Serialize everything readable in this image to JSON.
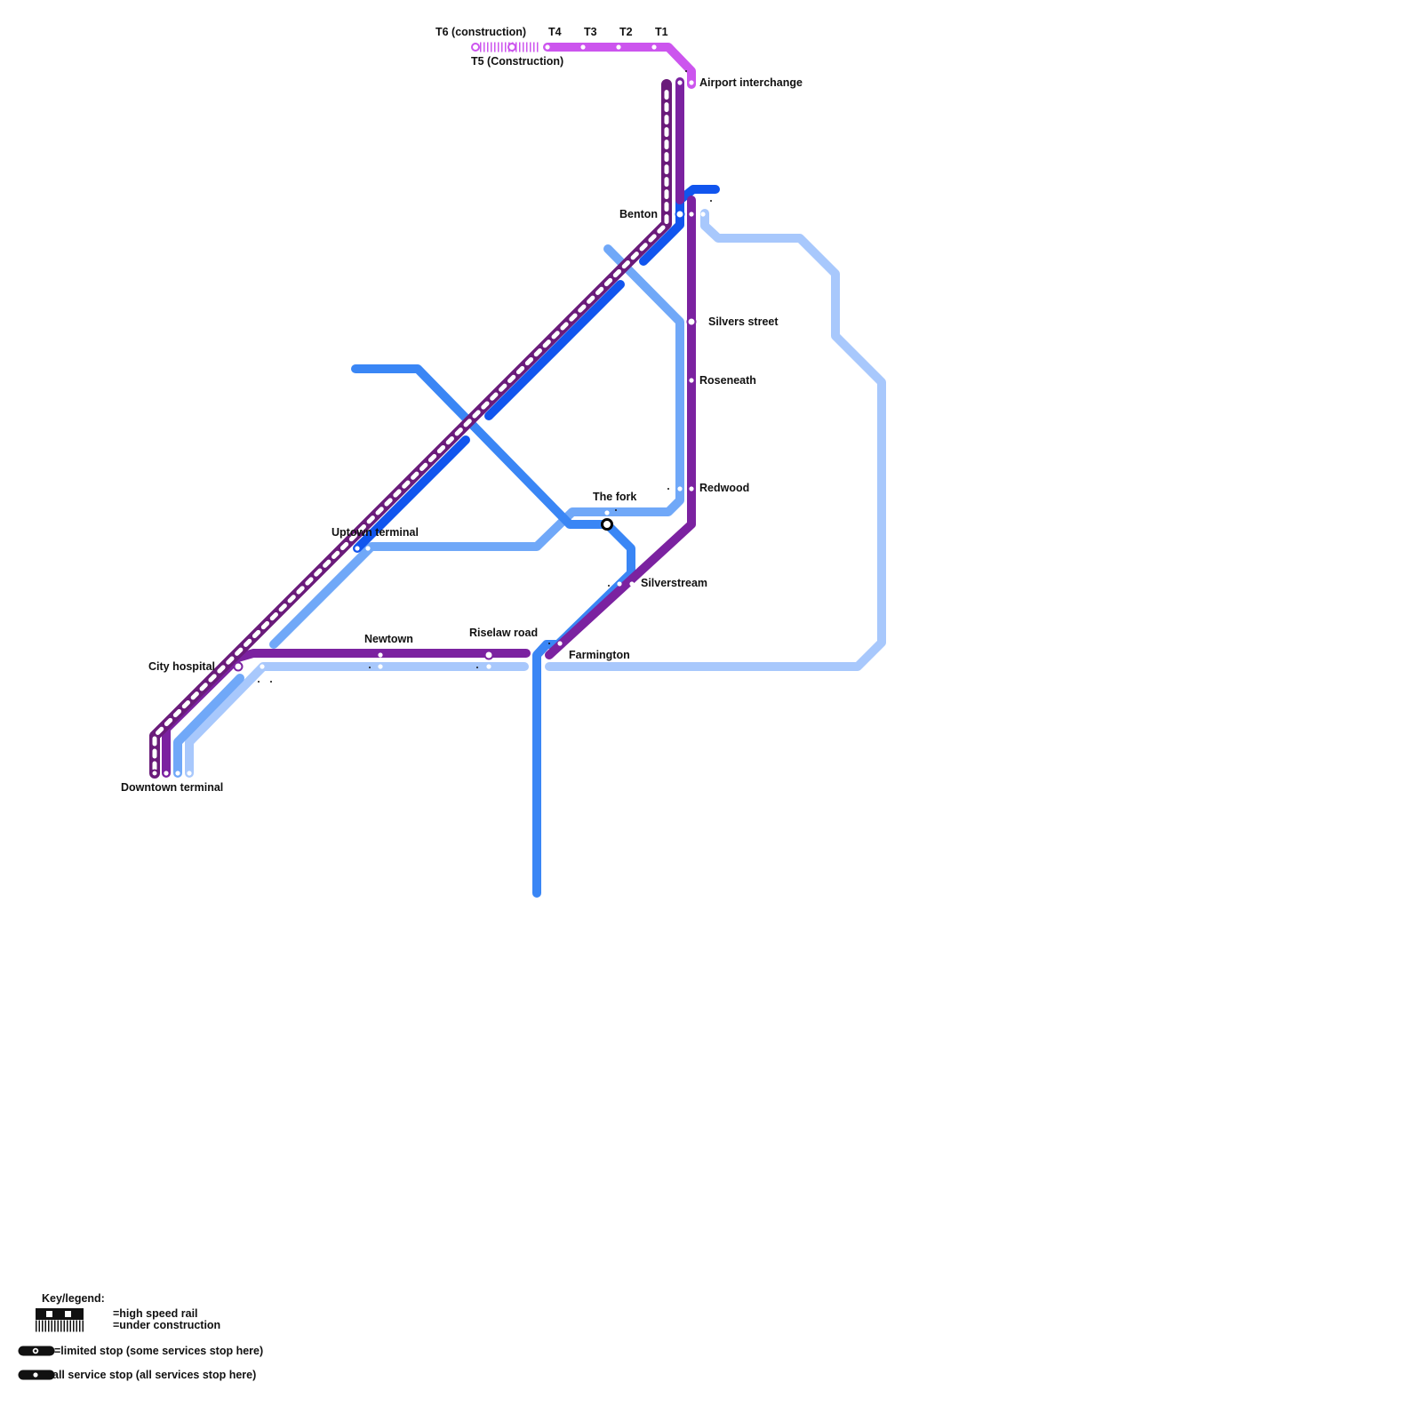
{
  "colors": {
    "hsr": "#6a1b7a",
    "purple": "#7b22a0",
    "airport": "#cc55ee",
    "blue_dark": "#1155ee",
    "blue_mid": "#3a86f5",
    "blue_light": "#70a8f8",
    "blue_pale": "#a8c8fc",
    "stop_fill": "#ffffff",
    "interchange": "#000000"
  },
  "stations": {
    "t6": "T6 (construction)",
    "t5": "T5 (Construction)",
    "t4": "T4",
    "t3": "T3",
    "t2": "T2",
    "t1": "T1",
    "airport": "Airport interchange",
    "benton": "Benton",
    "silvers": "Silvers street",
    "roseneath": "Roseneath",
    "redwood": "Redwood",
    "the_fork": "The fork",
    "uptown": "Uptown terminal",
    "silverstream": "Silverstream",
    "newtown": "Newtown",
    "riselaw": "Riselaw road",
    "farmington": "Farmington",
    "city_hospital": "City hospital",
    "downtown": "Downtown terminal"
  },
  "legend": {
    "title": "Key/legend:",
    "hsr": "=high speed rail",
    "construction": "=under construction",
    "limited": "=limited stop (some services stop here)",
    "all": "all service stop (all services stop here)"
  }
}
